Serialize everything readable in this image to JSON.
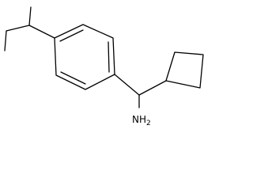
{
  "molecule": {
    "amine_label": "NH2",
    "amine_label_main": "NH",
    "amine_label_sub": "2",
    "colors": {
      "bond": "#000000",
      "background": "#ffffff"
    }
  }
}
